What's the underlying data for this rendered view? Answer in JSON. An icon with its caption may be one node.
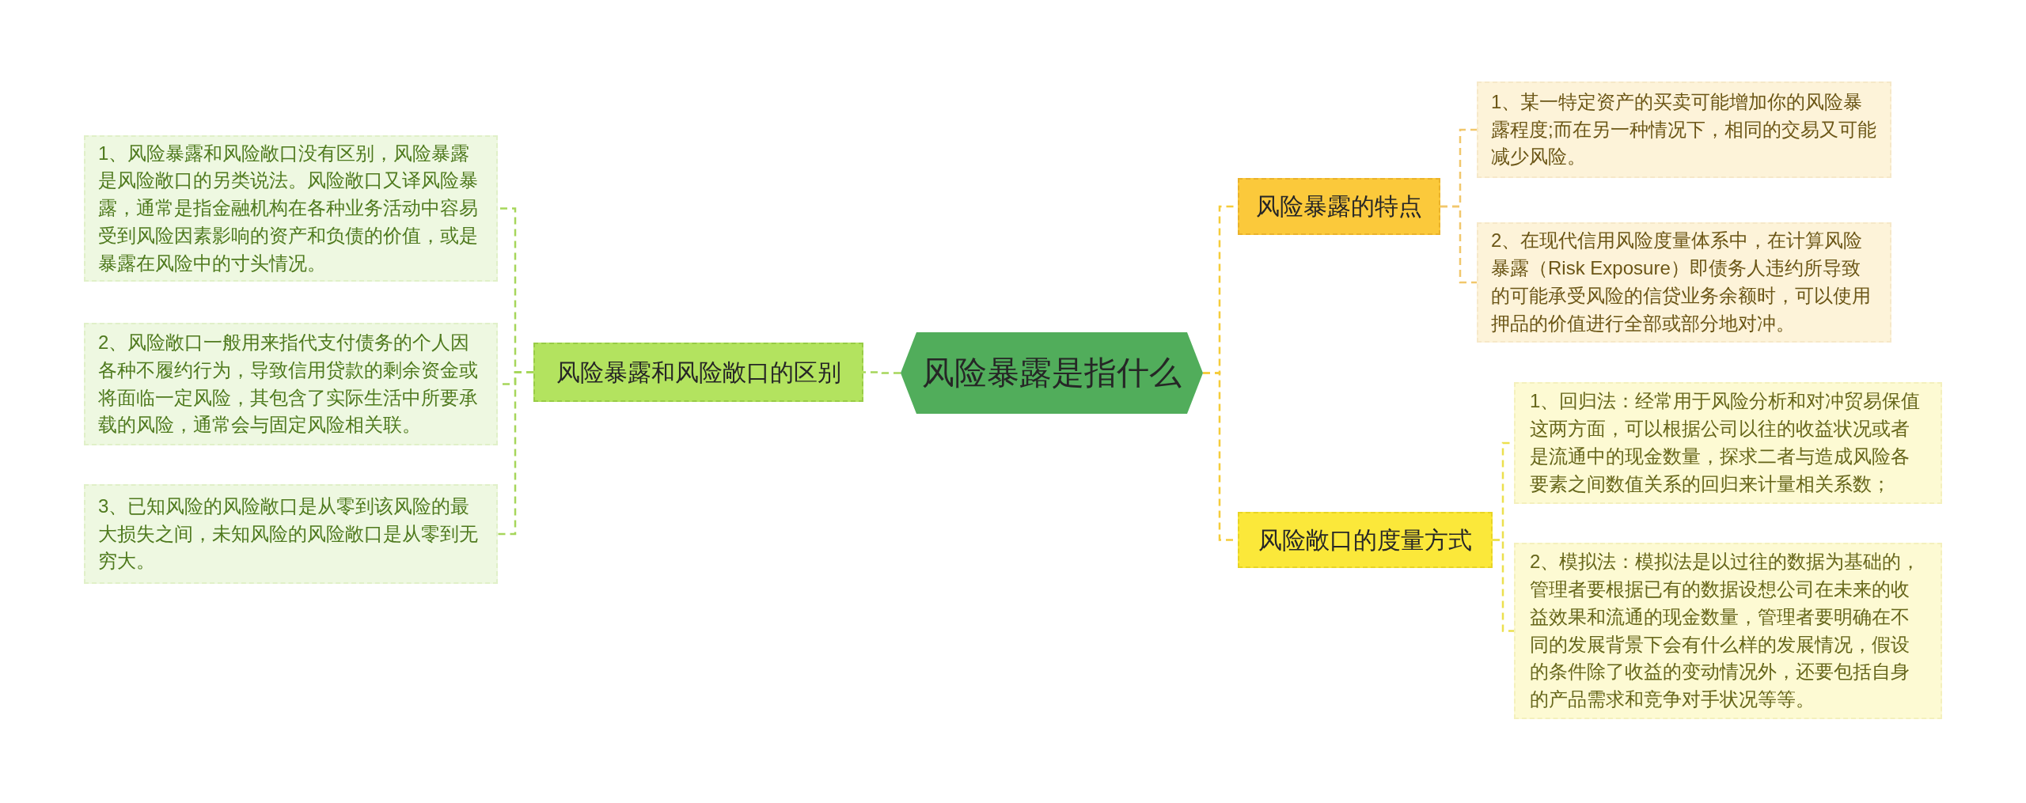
{
  "diagram": {
    "nodes": [
      {
        "text": [
          "风险暴露是指什么"
        ]
      },
      {
        "text": [
          "风险暴露和风险敞口的区别"
        ]
      },
      {
        "text": [
          "1、风险暴露和风险敞口没有区别，风险暴露是风险敞口的另类说法。风险敞口又译风险暴露，通常是指金融机构在各种业务活动中容易受到风险因素影响的资产和负债的价值，或是暴露在风险中的寸头情况。"
        ]
      },
      {
        "text": [
          "2、风险敞口一般用来指代支付债务的个人因各种不履约行为，导致信用贷款的剩余资金或将面临一定风险，其包含了实际生活中所要承载的风险，通常会与固定风险相关联。"
        ]
      },
      {
        "text": [
          "3、已知风险的风险敞口是从零到该风险的最大损失之间，未知风险的风险敞口是从零到无穷大。"
        ]
      },
      {
        "text": [
          "风险暴露的特点"
        ]
      },
      {
        "text": [
          "1、某一特定资产的买卖可能增加你的风险暴露程度;而在另一种情况下，相同的交易又可能减少风险。"
        ]
      },
      {
        "text": [
          "2、在现代信用风险度量体系中，在计算风险暴露（Risk Exposure）即债务人违约所导致的可能承受风险的信贷业务余额时，可以使用押品的价值进行全部或部分地对冲。"
        ]
      },
      {
        "text": [
          "风险敞口的度量方式"
        ]
      },
      {
        "text": [
          "1、回归法：经常用于风险分析和对冲贸易保值这两方面，可以根据公司以往的收益状况或者是流通中的现金数量，探求二者与造成风险各要素之间数值关系的回归来计量相关系数；"
        ]
      },
      {
        "text": [
          "2、模拟法：模拟法是以过往的数据为基础的，管理者要根据已有的数据设想公司在未来的收益效果和流通的现金数量，管理者要明确在不同的发展背景下会有什么样的发展情况，假设的条件除了收益的变动情况外，还要包括自身的产品需求和竞争对手状况等等。"
        ]
      }
    ],
    "edges": [
      {
        "from": 0,
        "to": 1,
        "arrow": "none",
        "style": "dashed",
        "color": "#a6d65b"
      },
      {
        "from": 1,
        "to": 2,
        "arrow": "none",
        "style": "dashed",
        "color": "#a6d65b"
      },
      {
        "from": 1,
        "to": 3,
        "arrow": "none",
        "style": "dashed",
        "color": "#a6d65b"
      },
      {
        "from": 1,
        "to": 4,
        "arrow": "none",
        "style": "dashed",
        "color": "#a6d65b"
      },
      {
        "from": 0,
        "to": 5,
        "arrow": "none",
        "style": "dashed",
        "color": "#f5cc3a"
      },
      {
        "from": 5,
        "to": 6,
        "arrow": "none",
        "style": "dashed",
        "color": "#f1c76c"
      },
      {
        "from": 5,
        "to": 7,
        "arrow": "none",
        "style": "dashed",
        "color": "#f1c76c"
      },
      {
        "from": 0,
        "to": 8,
        "arrow": "none",
        "style": "dashed",
        "color": "#f5cc3a"
      },
      {
        "from": 8,
        "to": 9,
        "arrow": "none",
        "style": "dashed",
        "color": "#ece04e"
      },
      {
        "from": 8,
        "to": 10,
        "arrow": "none",
        "style": "dashed",
        "color": "#ece04e"
      }
    ]
  }
}
